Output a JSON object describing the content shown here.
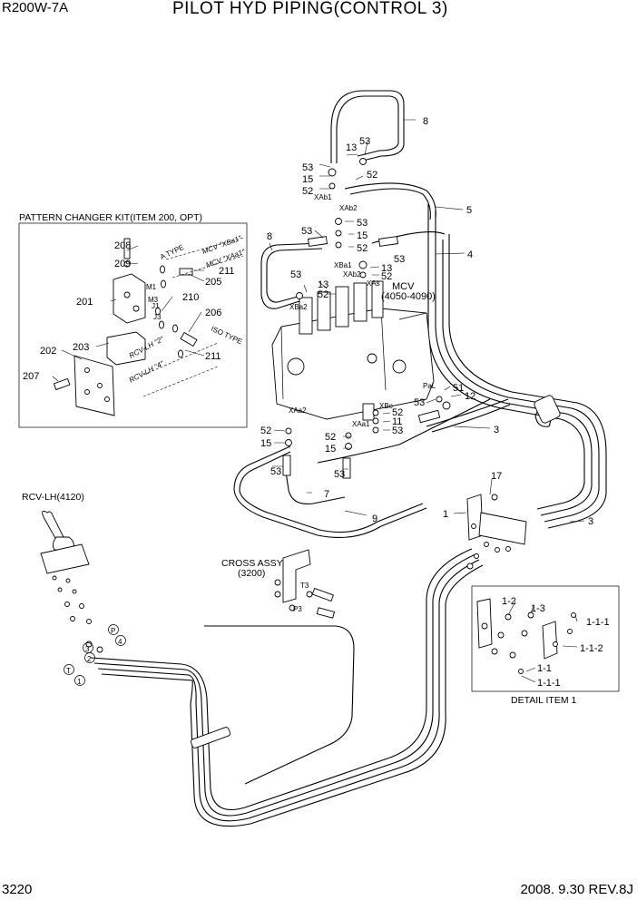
{
  "header": {
    "model": "R200W-7A",
    "title": "PILOT HYD PIPING(CONTROL 3)"
  },
  "footer": {
    "page": "3220",
    "date_rev": "2008. 9.30  REV.8J"
  },
  "panels": {
    "pattern_changer": "PATTERN CHANGER KIT(ITEM 200, OPT)",
    "detail": "DETAIL ITEM 1"
  },
  "components": {
    "mcv": "MCV",
    "mcv_range": "(4050-4090)",
    "rcv": "RCV-LH(4120)",
    "cross_assy": "CROSS ASSY",
    "cross_assy_ref": "(3200)"
  },
  "annotations": {
    "a_type": "A TYPE",
    "iso_type": "ISO TYPE",
    "mcv_xba1": "MCV \"XBa1\"",
    "mcv_xaa1": "MCV \"XAa1\"",
    "rcv_lh_2": "RCV-LH \"2\"",
    "rcv_lh_4": "RCV-LH \"4\""
  },
  "ports": {
    "xab1": "XAb1",
    "xab2": "XAb2",
    "xba1": "XBa1",
    "xab2b": "XAb2",
    "xas": "XAs",
    "xba2": "XBa2",
    "pal": "PaL",
    "xbe": "XBe",
    "xaa2": "XAa2",
    "xaa1": "XAa1",
    "t3": "T3",
    "p3": "P3",
    "m1": "M1",
    "m3": "M3",
    "j1": "J1",
    "j3": "J3"
  },
  "callouts": {
    "c8a": "8",
    "c53a": "53",
    "c13a": "13",
    "c53b": "53",
    "c15a": "15",
    "c52a": "52",
    "c52b": "52",
    "c5": "5",
    "c53c": "53",
    "c15b": "15",
    "c53d": "53",
    "c52c": "52",
    "c4": "4",
    "c8b": "8",
    "c53e": "53",
    "c13b": "13",
    "c53f": "53",
    "c52d": "52",
    "c13c": "13",
    "c52e": "52",
    "c51": "51",
    "c12": "12",
    "c53g": "53",
    "c52f": "52",
    "c11": "11",
    "c53h": "53",
    "c3a": "3",
    "c52g": "52",
    "c15c": "15",
    "c53i": "53",
    "c52h": "52",
    "c15d": "15",
    "c53j": "53",
    "c7": "7",
    "c9": "9",
    "c17": "17",
    "c1": "1",
    "c3b": "3",
    "c208": "208",
    "c209": "209",
    "c201": "201",
    "c211a": "211",
    "c205": "205",
    "c210": "210",
    "c206": "206",
    "c202": "202",
    "c203": "203",
    "c211b": "211",
    "c207": "207",
    "d12": "1-2",
    "d13": "1-3",
    "d111a": "1-1-1",
    "d112": "1-1-2",
    "d11": "1-1",
    "d111b": "1-1-1",
    "rP": "P",
    "r4": "4",
    "r3": "3",
    "r2": "2",
    "rT": "T",
    "r1": "1"
  }
}
